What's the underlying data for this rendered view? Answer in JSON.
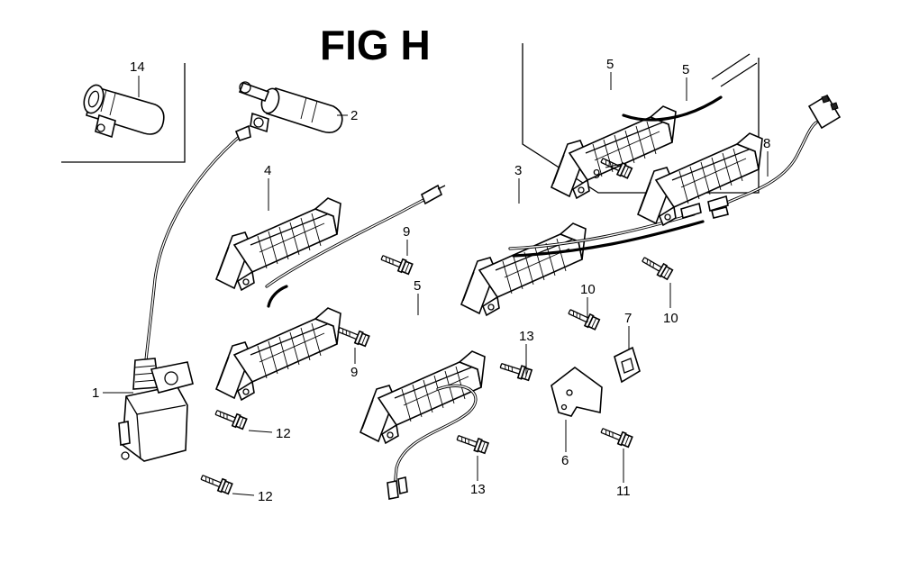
{
  "figure": {
    "title": "FIG H"
  },
  "callouts": {
    "c1": "1",
    "c2": "2",
    "c3": "3",
    "c4": "4",
    "c5a": "5",
    "c5b": "5",
    "c5c": "5",
    "c6": "6",
    "c7": "7",
    "c8": "8",
    "c9a": "9",
    "c9b": "9",
    "c9c": "9",
    "c10a": "10",
    "c10b": "10",
    "c11": "11",
    "c12a": "12",
    "c12b": "12",
    "c13a": "13",
    "c13b": "13",
    "c14": "14"
  }
}
